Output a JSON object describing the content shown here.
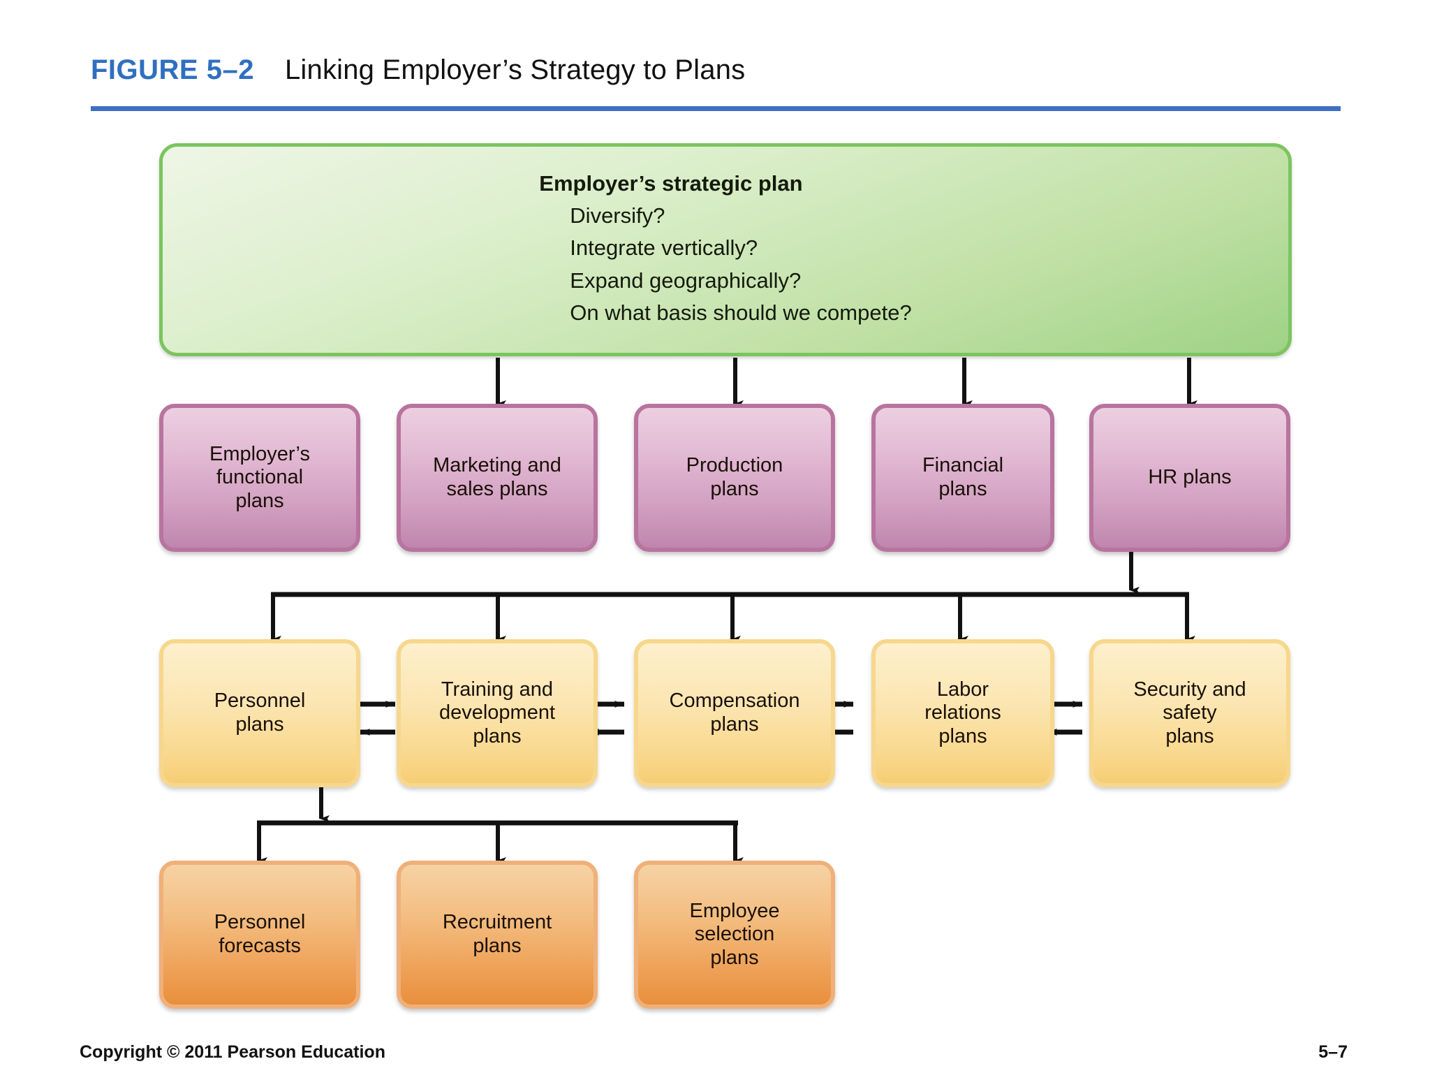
{
  "header": {
    "figure_number": "FIGURE 5–2",
    "title": "Linking Employer’s Strategy to Plans",
    "rule_color": "#3f6fc3",
    "number_color": "#2f6fc0"
  },
  "strategy_box": {
    "heading": "Employer’s strategic plan",
    "questions": [
      "Diversify?",
      "Integrate vertically?",
      "Expand geographically?",
      "On what basis should we compete?"
    ],
    "color": "#9ed285"
  },
  "functional_row": {
    "color": "#bf86ad",
    "boxes": [
      {
        "label": "Employer’s\nfunctional\nplans"
      },
      {
        "label": "Marketing and\nsales plans"
      },
      {
        "label": "Production\nplans"
      },
      {
        "label": "Financial\nplans"
      },
      {
        "label": "HR plans"
      }
    ]
  },
  "hr_plan_row": {
    "color": "#f6cd74",
    "boxes": [
      {
        "label": "Personnel\nplans"
      },
      {
        "label": "Training and\ndevelopment\nplans"
      },
      {
        "label": "Compensation\nplans"
      },
      {
        "label": "Labor\nrelations\nplans"
      },
      {
        "label": "Security and\nsafety\nplans"
      }
    ]
  },
  "personnel_row": {
    "color": "#e88f3d",
    "boxes": [
      {
        "label": "Personnel\nforecasts"
      },
      {
        "label": "Recruitment\nplans"
      },
      {
        "label": "Employee\nselection\nplans"
      }
    ]
  },
  "footer": {
    "copyright": "Copyright © 2011 Pearson Education",
    "page": "5–7"
  }
}
